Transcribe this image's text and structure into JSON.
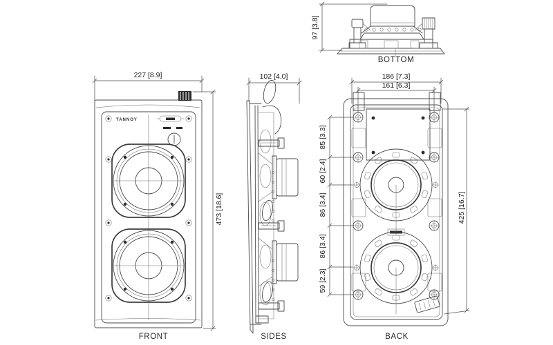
{
  "brand": "TANNOY",
  "views": {
    "front": {
      "label": "FRONT",
      "width_dim": "227 [8.9]",
      "height_dim": "473 [18.6]"
    },
    "sides": {
      "label": "SIDES",
      "depth_dim": "102 [4.0]"
    },
    "back": {
      "label": "BACK",
      "outer_width_dim": "186 [7.3]",
      "inner_width_dim": "161 [6.3]",
      "height_dim": "425 [16.7]",
      "chain_dims": [
        "85 [3.3]",
        "60 [2.4]",
        "86 [3.4]",
        "86 [3.4]",
        "59 [2.3]"
      ]
    },
    "bottom": {
      "label": "BOTTOM",
      "height_dim": "97 [3.8]"
    }
  },
  "colors": {
    "background": "#ffffff",
    "line": "#4a4a4a",
    "text": "#1c1c1c",
    "knob_fill": "#1a1a1a"
  }
}
